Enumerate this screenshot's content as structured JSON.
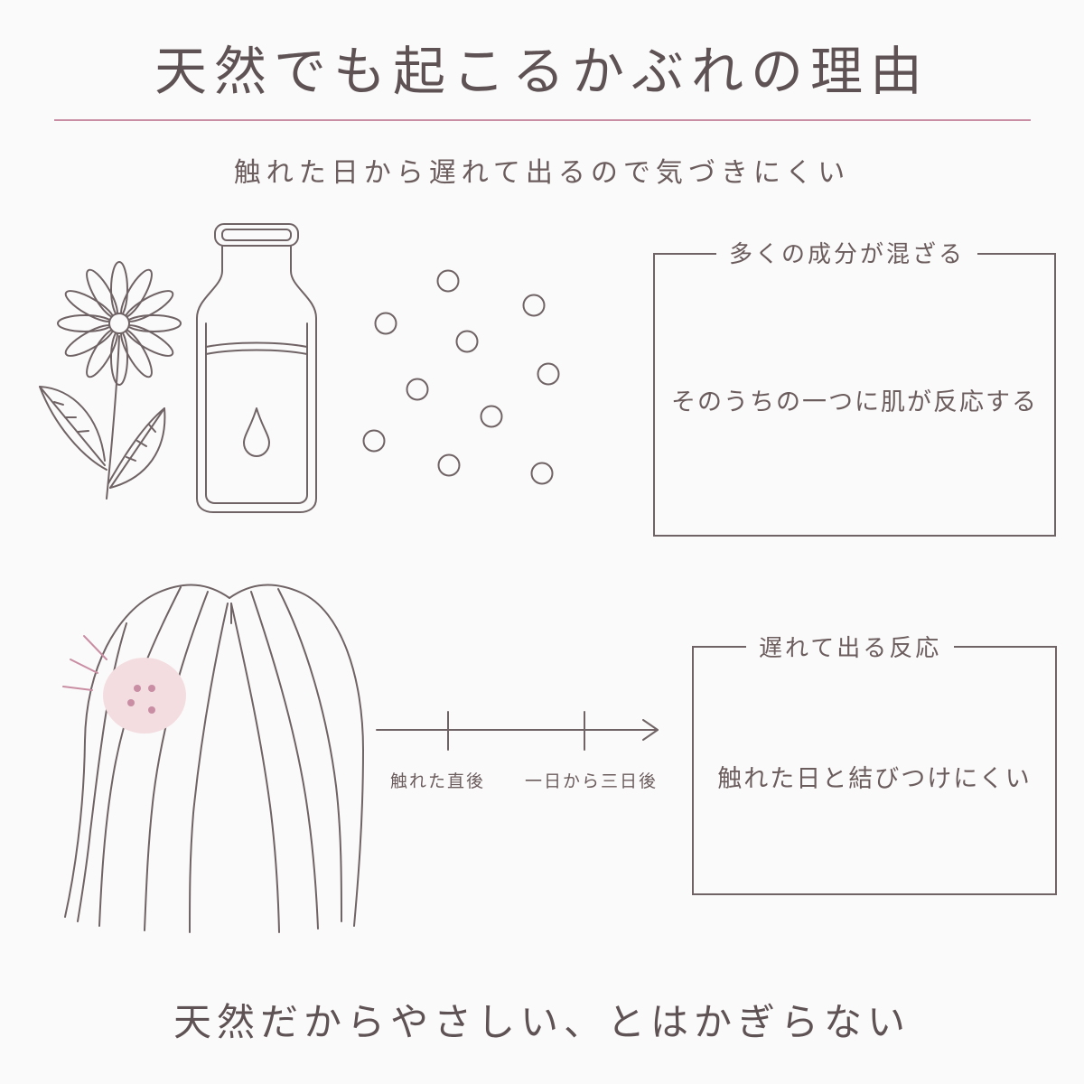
{
  "header": {
    "title": "天然でも起こるかぶれの理由",
    "subtitle": "触れた日から遅れて出るので気づきにくい"
  },
  "panel_ingredients": {
    "label": "多くの成分が混ざる",
    "text": "そのうちの一つに肌が反応する"
  },
  "panel_delayed": {
    "label": "遅れて出る反応",
    "text": "触れた日と結びつけにくい"
  },
  "timeline": {
    "left_label": "触れた直後",
    "right_label": "一日から三日後"
  },
  "footer": {
    "text": "天然だからやさしい、とはかぎらない"
  },
  "colors": {
    "line": "#6f6365",
    "accent_rule": "#c98ea3",
    "rash_fill": "#f3dde0",
    "rash_dots": "#c98ea3",
    "background": "#fbfafa"
  },
  "icons": [
    "flower-icon",
    "bottle-icon",
    "droplet-icon",
    "molecules-icon",
    "head-hair-icon",
    "rash-spot-icon",
    "timeline-arrow-icon"
  ]
}
